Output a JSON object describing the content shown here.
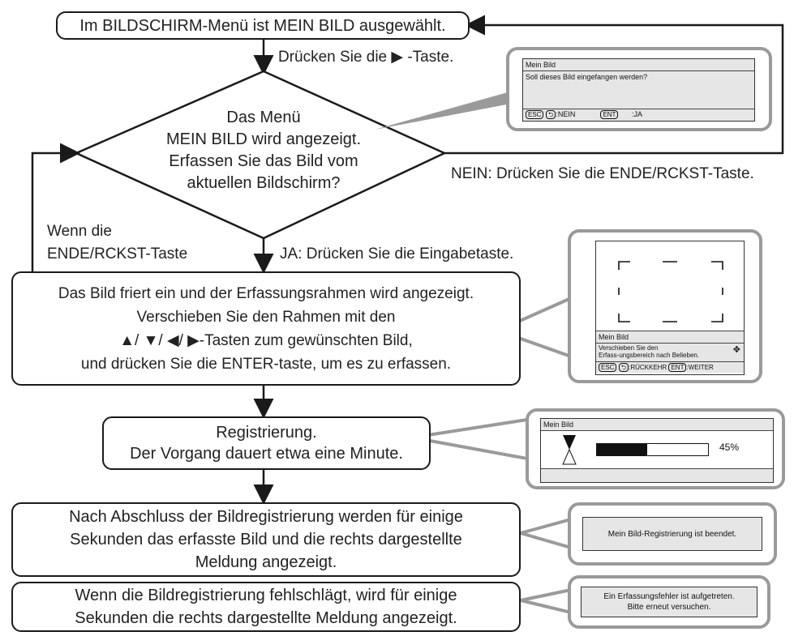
{
  "flow": {
    "box1": "Im BILDSCHIRM-Menü ist MEIN BILD ausgewählt.",
    "label_press_right": "Drücken Sie die",
    "label_press_right_suffix": "-Taste.",
    "diamond_lines": [
      "Das Menü",
      "MEIN BILD wird angezeigt.",
      "Erfassen Sie das Bild vom",
      "aktuellen Bildschirm?"
    ],
    "label_nein": "NEIN: Drücken Sie die ENDE/RCKST-Taste.",
    "label_ja": "JA: Drücken Sie die Eingabetaste.",
    "label_wenn_line1": "Wenn die",
    "label_wenn_line2": "ENDE/RCKST-Taste",
    "box2_line1": "Das Bild friert ein und der Erfassungsrahmen wird angezeigt.",
    "box2_line2": "Verschieben Sie den Rahmen mit den",
    "box2_line3_suffix": "-Tasten zum gewünschten Bild,",
    "box2_line4": "und drücken Sie die ENTER-taste, um es zu erfassen.",
    "box3_line1": "Registrierung.",
    "box3_line2": "Der Vorgang dauert etwa eine Minute.",
    "box4_line1": "Nach Abschluss der Bildregistrierung werden für einige",
    "box4_line2": "Sekunden das erfasste Bild und die rechts dargestellte",
    "box4_line3": "Meldung angezeigt.",
    "box5_line1": "Wenn die Bildregistrierung fehlschlägt, wird für einige",
    "box5_line2": "Sekunden die rechts dargestellte Meldung angezeigt."
  },
  "screens": {
    "confirm": {
      "title": "Mein Bild",
      "question": "Soll dieses Bild eingefangen werden?",
      "key_esc": "ESC",
      "nein": ":NEIN",
      "key_ent": "ENT",
      "ja": ":JA"
    },
    "frame": {
      "title": "Mein Bild",
      "msg_line1": "Verschieben Sie den",
      "msg_line2": "Erfass-ungsbereich nach Belieben.",
      "key_esc": "ESC",
      "back": ":RÜCKKEHR",
      "key_ent": "ENT",
      "next": ":WEITER"
    },
    "progress": {
      "title": "Mein Bild",
      "percent_text": "45%",
      "progress_value": 0.45
    },
    "done": {
      "message": "Mein Bild-Registrierung ist beendet."
    },
    "error": {
      "line1": "Ein Erfassungsfehler ist aufgetreten.",
      "line2": "Bitte erneut versuchen."
    }
  }
}
